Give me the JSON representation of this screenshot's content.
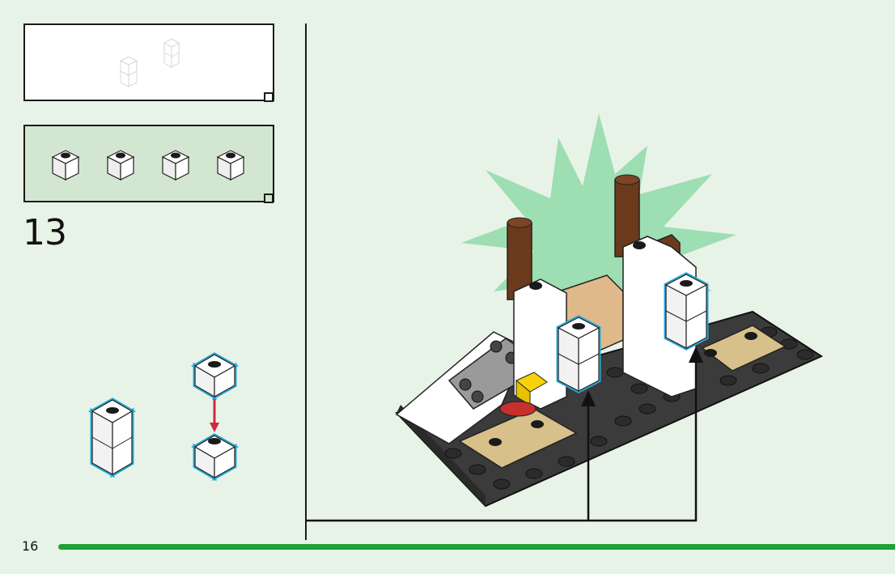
{
  "step": {
    "number": "13"
  },
  "page": {
    "number": "16"
  },
  "parts_boxes": [
    {
      "name": "previous-parts",
      "count": 2
    },
    {
      "name": "current-parts",
      "count": 4
    }
  ],
  "colors": {
    "background": "#e8f3e7",
    "accent_bar": "#1fa03a",
    "highlight_outline": "#2aa8d8",
    "arrow_red": "#d0283c",
    "plate_dark": "#3b3b3b",
    "tan": "#d8c08a",
    "brown": "#6b3a1d",
    "burst_green": "#8fd9a8"
  }
}
